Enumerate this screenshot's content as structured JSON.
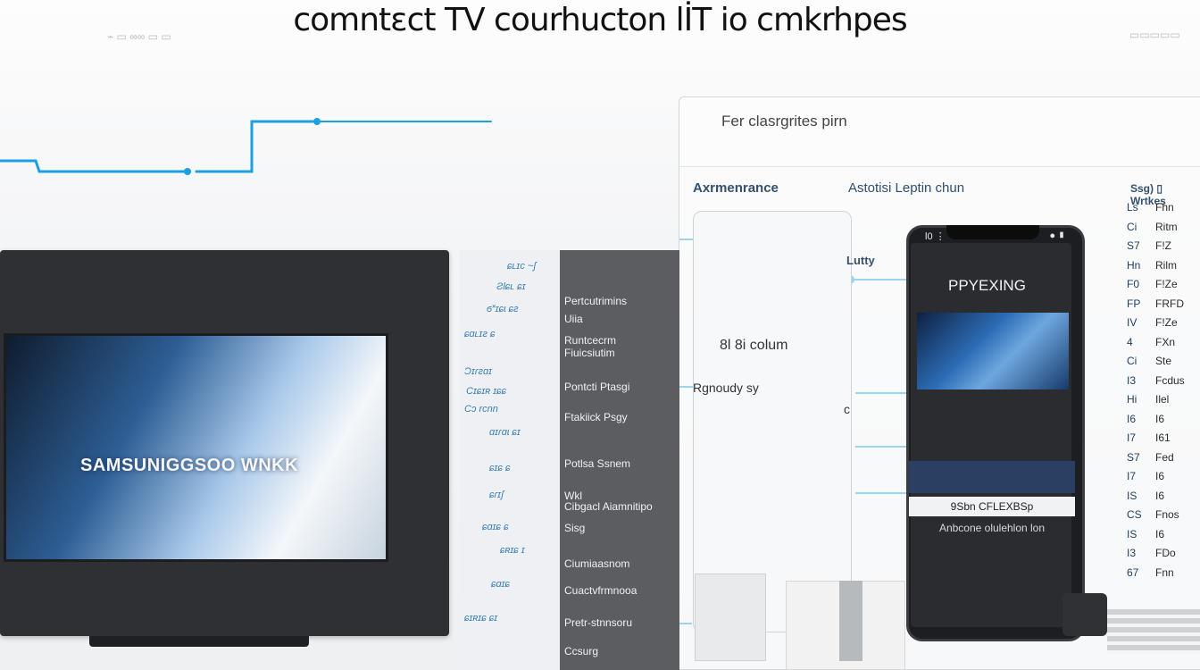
{
  "title": "comntɛct TV courhucton lİT io cmkrhpes",
  "header_faint": {
    "left": "⌁ ▭ ∞∞ ▭ ▭",
    "right": "▭▭▭▭▭"
  },
  "panel": {
    "heading": "Fer clasrgrites pirn",
    "col_left": "Axrmenrance",
    "col_mid": "Astotisi Leptin chun",
    "col_right": "Ssg) ▯ Wrtkes"
  },
  "tv": {
    "brand": "SAMSUNIGGSOO WNKK"
  },
  "menu_items": [
    "Pertcutrimins",
    "Uiia",
    "Runtcecrm",
    "Fiuicsiutim",
    "Pontcti Ptasgi",
    "Ftakiick Psgy",
    "Potlsa Ssnem",
    "Wkl",
    "Cibgacl Aiamnitipo",
    "Sisg",
    "Ciumiaasnom",
    "Cuactvfrmnooa",
    "Pretr-stnnsoru",
    "Ccsurg"
  ],
  "scribbles": [
    "ɕʟɪϲ ~ʃ",
    "Ƨlɕʟ ɕɪ",
    "ϭ˟ɪɕɩ ɕƨ",
    "ɕɑʟɪƨ ɕ",
    "Ɔɪɾƨɑɪ",
    "Cɪɕɪʀ ɪɕɕ",
    "Cɔ rcnn",
    "ɑɪɾɑɩ ɕɪ",
    "ɕɪɕ ɕ",
    "ɕɾɪʃ",
    "ɕɑɪɕ ɕ",
    "ɕʀɪɕ ɪ",
    "ɕɑɪɕ",
    "ɕɪʀɪɕ ɕɪ"
  ],
  "phone_card": {
    "label_top": "Lutty",
    "value": "8l 8i colum",
    "label_mid": "Rgnoudy sy",
    "marker": "c"
  },
  "phone": {
    "time": "l0 ⋮",
    "status_right": "⦁ ▮",
    "banner": "PPYEXING",
    "field": "9Sbn CFLEXBSp",
    "sub": "Anbcone olulehlon lon"
  },
  "right_list": [
    {
      "k": "Ls",
      "v": "Fhn"
    },
    {
      "k": "Ci",
      "v": "Ritm"
    },
    {
      "k": "S7",
      "v": "F!Z"
    },
    {
      "k": "Hn",
      "v": "Rilm"
    },
    {
      "k": "F0",
      "v": "F!Ze"
    },
    {
      "k": "FP",
      "v": "FRFD"
    },
    {
      "k": "IV",
      "v": "F!Ze"
    },
    {
      "k": "4",
      "v": "FXn"
    },
    {
      "k": "Ci",
      "v": "Ste"
    },
    {
      "k": "I3",
      "v": "Fcdus"
    },
    {
      "k": "Hi",
      "v": "Ilel"
    },
    {
      "k": "I6",
      "v": "I6"
    },
    {
      "k": "I7",
      "v": "I61"
    },
    {
      "k": "S7",
      "v": "Fed"
    },
    {
      "k": "I7",
      "v": "I6"
    },
    {
      "k": "IS",
      "v": "I6"
    },
    {
      "k": "CS",
      "v": "Fnos"
    },
    {
      "k": "IS",
      "v": "I6"
    },
    {
      "k": "I3",
      "v": "FDo"
    },
    {
      "k": "67",
      "v": "Fnn"
    }
  ],
  "colors": {
    "connector": "#1ea0e0",
    "tv_bezel": "#2e3033",
    "strip": "#5b5d60"
  }
}
